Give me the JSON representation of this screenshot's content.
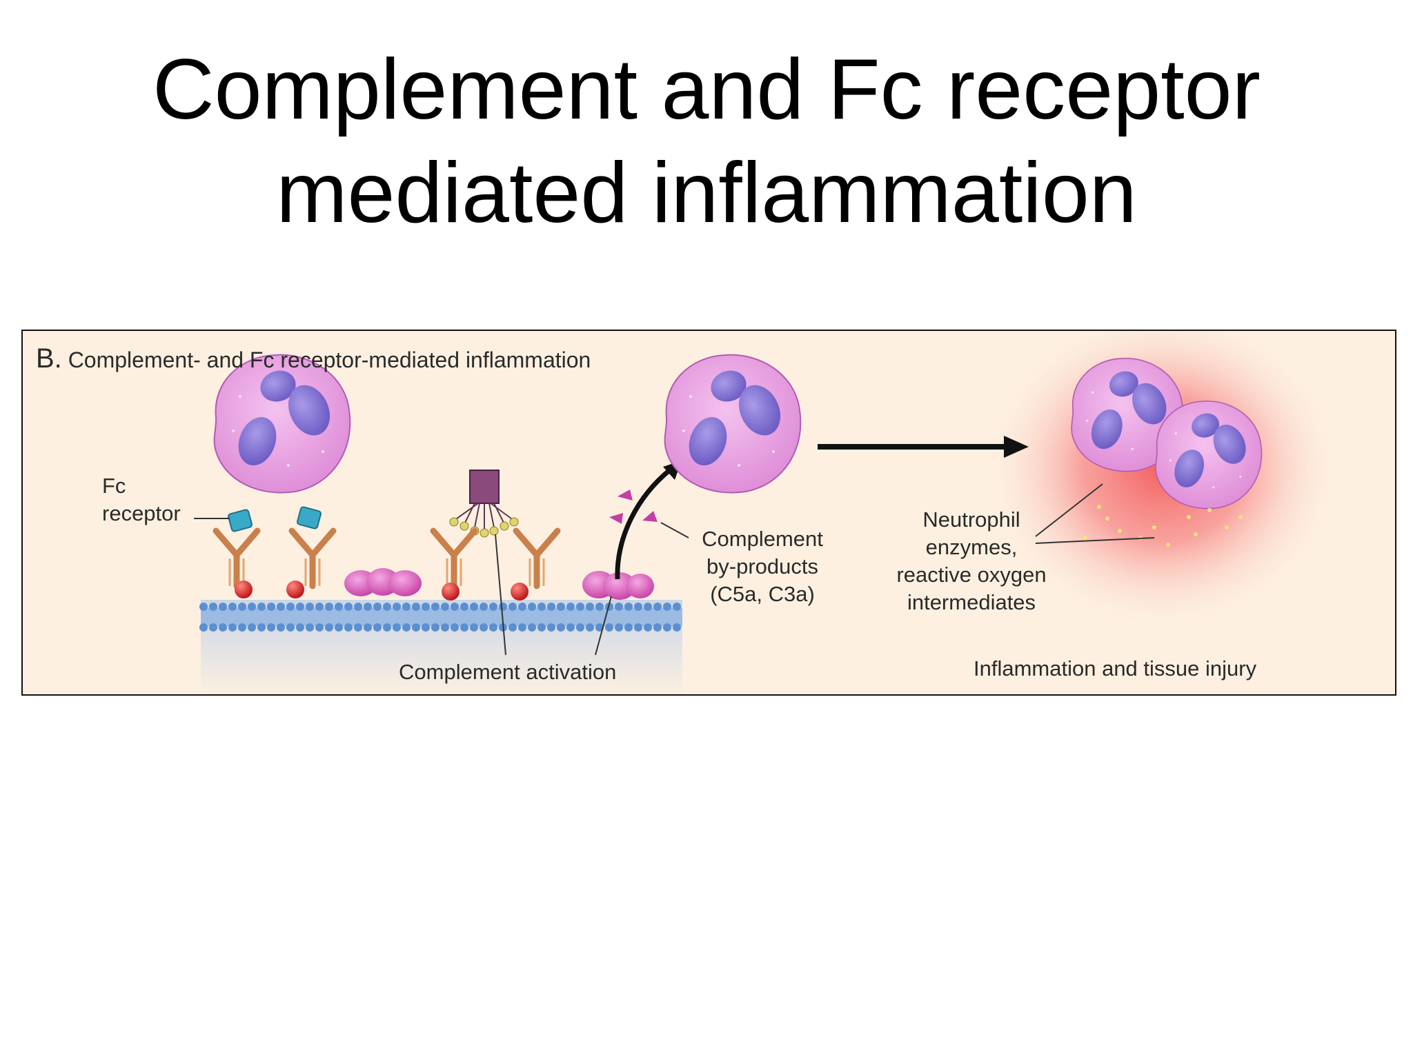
{
  "slide": {
    "title_line1": "Complement and Fc receptor",
    "title_line2": "mediated inflammation"
  },
  "figure": {
    "panel_letter": "B.",
    "panel_title": "Complement- and Fc receptor-mediated inflammation",
    "labels": {
      "fc_line1": "Fc",
      "fc_line2": "receptor",
      "activation": "Complement activation",
      "byproducts_line1": "Complement",
      "byproducts_line2": "by-products",
      "byproducts_line3": "(C5a, C3a)",
      "enzymes_line1": "Neutrophil",
      "enzymes_line2": "enzymes,",
      "enzymes_line3": "reactive oxygen",
      "enzymes_line4": "intermediates",
      "injury": "Inflammation and tissue injury"
    },
    "colors": {
      "panel_bg": "#fdf0e1",
      "cell": "#e69ae0",
      "nucleus": "#7f6fd0",
      "membrane": "#5b8fd0",
      "antibody": "#c9804a",
      "fc_receptor": "#3aa9c8",
      "antigen": "#d8231e",
      "complement": "#d957b8",
      "inflammation": "#f47070"
    }
  }
}
